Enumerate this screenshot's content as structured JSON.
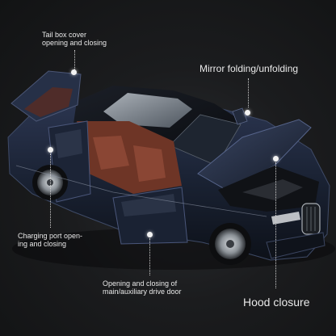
{
  "callouts": {
    "tail_box": {
      "line1": "Tail box cover",
      "line2": "opening and closing"
    },
    "mirror": {
      "text": "Mirror folding/unfolding"
    },
    "charging_port": {
      "line1": "Charging port open-",
      "line2": "ing and closing"
    },
    "drive_door": {
      "line1": "Opening and closing of",
      "line2": "main/auxiliary drive door"
    },
    "hood": {
      "text": "Hood closure"
    }
  },
  "colors": {
    "background": "#151617",
    "car_body": "#1c2434",
    "interior": "#7a3a2a",
    "marker": "#f2f2f2",
    "text": "#e9e9e9"
  }
}
